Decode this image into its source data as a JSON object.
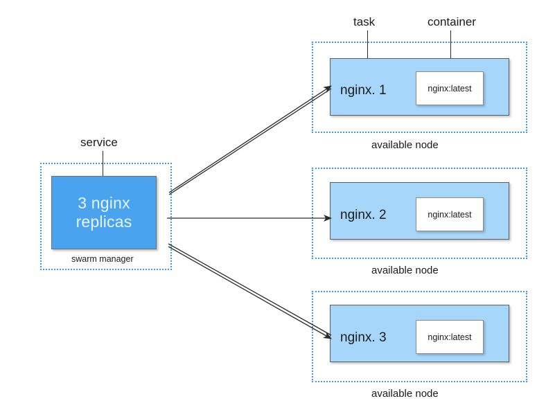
{
  "diagram": {
    "title_callouts": {
      "service": "service",
      "task": "task",
      "container": "container"
    },
    "service": {
      "text_line1": "3 nginx",
      "text_line2": "replicas",
      "caption": "swarm manager",
      "fill_color": "#4aa3ef",
      "text_color": "#e8f4ff",
      "region_border_color": "#3d9ae8"
    },
    "nodes": [
      {
        "task_label": "nginx. 1",
        "container_label": "nginx:latest",
        "caption": "available node",
        "task_fill": "#a6d7fb",
        "container_fill": "#ffffff"
      },
      {
        "task_label": "nginx. 2",
        "container_label": "nginx:latest",
        "caption": "available node",
        "task_fill": "#a6d7fb",
        "container_fill": "#ffffff"
      },
      {
        "task_label": "nginx. 3",
        "container_label": "nginx:latest",
        "caption": "available node",
        "task_fill": "#a6d7fb",
        "container_fill": "#ffffff"
      }
    ],
    "arrows": {
      "stroke_color": "#2b2b2b",
      "count": 3
    }
  }
}
